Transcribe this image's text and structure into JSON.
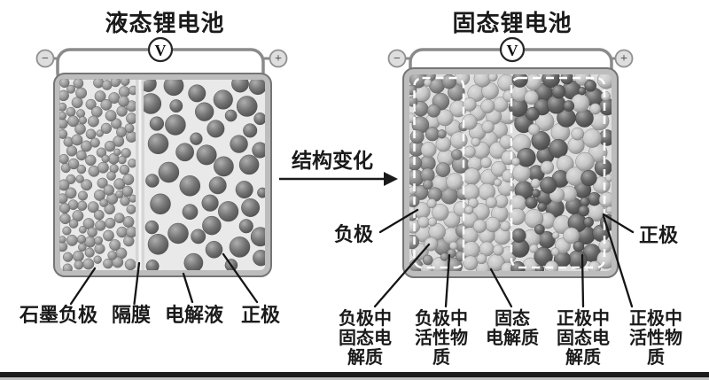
{
  "left_battery": {
    "title": "液态锂电池",
    "voltmeter_label": "V",
    "negative_terminal": "−",
    "positive_terminal": "+",
    "labels": [
      "石墨负极",
      "隔膜",
      "电解液",
      "正极"
    ]
  },
  "right_battery": {
    "title": "固态锂电池",
    "voltmeter_label": "V",
    "negative_terminal": "−",
    "positive_terminal": "+",
    "anode_label": "负极",
    "cathode_label": "正极",
    "bottom_labels": [
      {
        "lines": [
          "负极中",
          "固态电",
          "解质"
        ]
      },
      {
        "lines": [
          "负极中",
          "活性物",
          "质"
        ]
      },
      {
        "lines": [
          "固态",
          "电解质"
        ]
      },
      {
        "lines": [
          "正极中",
          "固态电",
          "解质"
        ]
      },
      {
        "lines": [
          "正极中",
          "活性物",
          "质"
        ]
      }
    ]
  },
  "transition_arrow": {
    "label": "结构变化"
  },
  "colors": {
    "text": "#1a1a1a",
    "battery_wall": "#bdbdbd",
    "battery_wall_stroke": "#757575",
    "interior": "#e9e9e9",
    "separator": "#d6d6d6",
    "wire": "#8a8a8a",
    "sphere_graphite": "#9c9c9c",
    "sphere_liquid_cathode": "#757575",
    "sphere_solid_electrolyte": "#c6c6c6",
    "sphere_anode_active": "#8f8f8f",
    "sphere_cathode_active": "#666666",
    "dashed_region": "#ffffff",
    "bottom_bar": "#1c1c1c"
  }
}
